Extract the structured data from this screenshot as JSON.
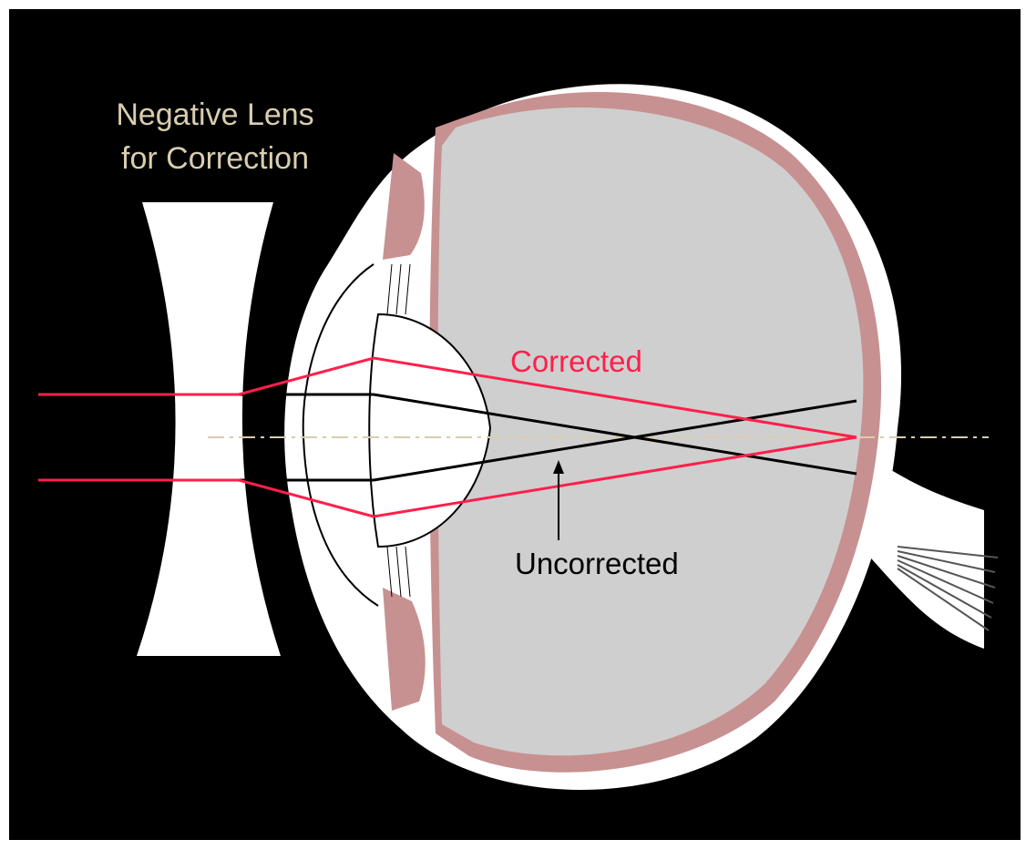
{
  "labels": {
    "lens_title_line1": "Negative Lens",
    "lens_title_line2": "for Correction",
    "corrected": "Corrected",
    "uncorrected": "Uncorrected"
  },
  "colors": {
    "background": "#000000",
    "frame": "#ffffff",
    "sclera": "#ffffff",
    "vitreous": "#cfcfcf",
    "choroid": "#c79191",
    "corrected_ray": "#ff1f4b",
    "uncorrected_ray": "#000000",
    "axis": "#d9cdb0",
    "lens_title": "#d9cdb0"
  },
  "icons": [
    "negative-lens",
    "eye-cross-section",
    "optic-nerve"
  ]
}
